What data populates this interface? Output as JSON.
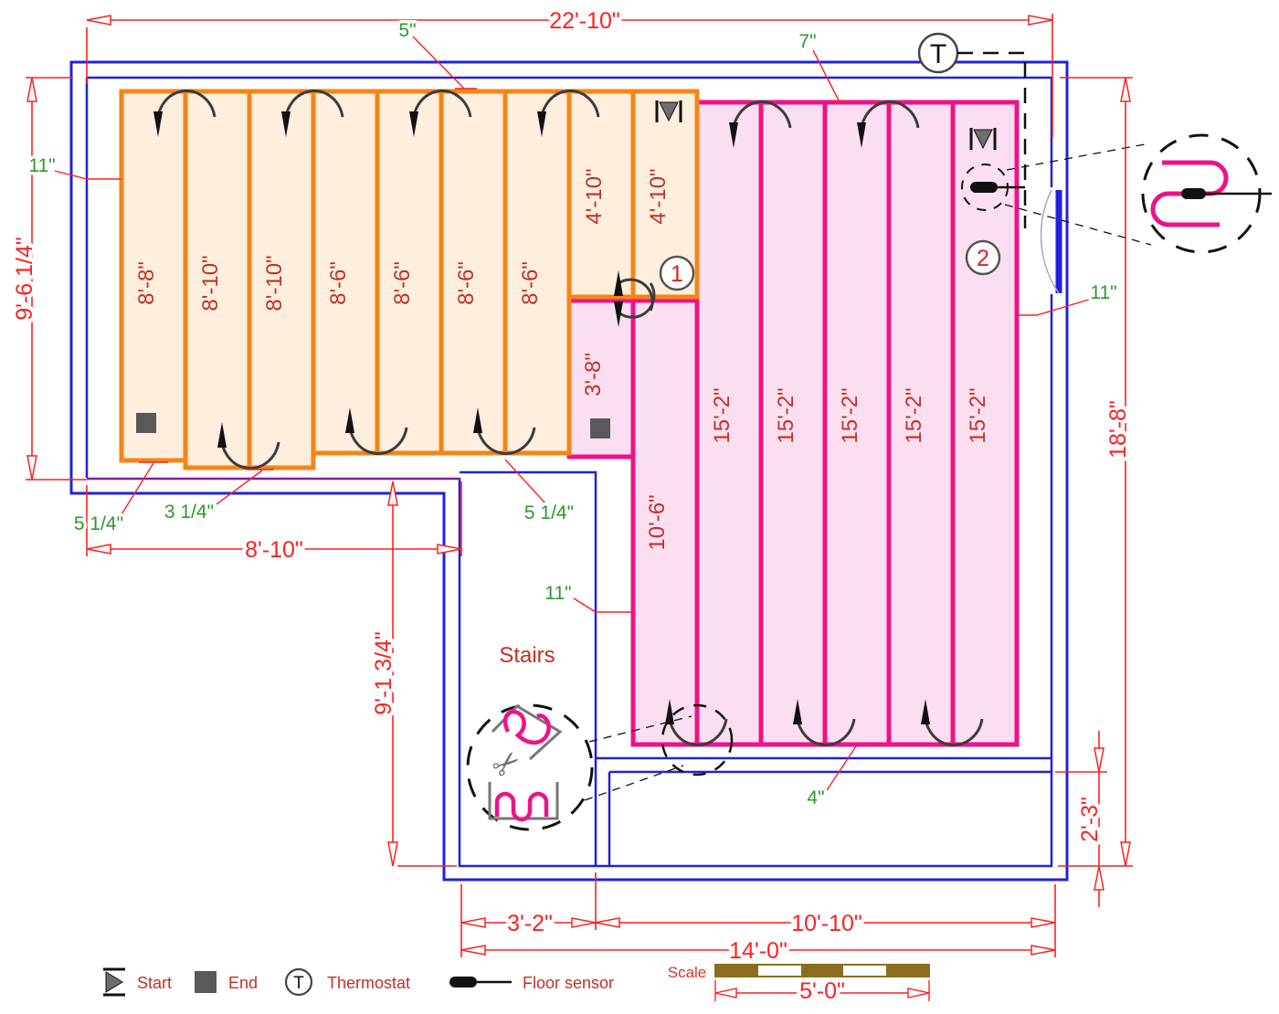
{
  "dimensions": {
    "top_width": "22'-10\"",
    "left_height": "9'-6 1/4\"",
    "right_height": "18'-8\"",
    "landing_height": "2'-3\"",
    "left_room_width": "8'-10\"",
    "stairs_height": "9'-1 3/4\"",
    "stairs_width": "3'-2\"",
    "landing_width": "10'-10\"",
    "bottom_width": "14'-0\"",
    "scale_length": "5'-0\""
  },
  "gap_annotations": {
    "top_left_gap": "5\"",
    "top_right_gap": "7\"",
    "left_gap": "11\"",
    "bottom_gap_1": "5 1/4\"",
    "bottom_gap_2": "3 1/4\"",
    "bottom_gap_3": "5 1/4\"",
    "stairs_gap": "11\"",
    "right_gap": "11\"",
    "landing_gap": "4\""
  },
  "zone1": {
    "number": "1",
    "strips": [
      "8'-8\"",
      "8'-10\"",
      "8'-10\"",
      "8'-6\"",
      "8'-6\"",
      "8'-6\"",
      "8'-6\"",
      "4'-10\"",
      "4'-10\""
    ]
  },
  "zone2": {
    "number": "2",
    "strips": [
      "3'-8\"",
      "10'-6\"",
      "15'-2\"",
      "15'-2\"",
      "15'-2\"",
      "15'-2\"",
      "15'-2\""
    ]
  },
  "rooms": {
    "stairs": "Stairs"
  },
  "thermostat_label": "T",
  "legend": {
    "start": "Start",
    "end": "End",
    "thermostat": "Thermostat",
    "floor_sensor": "Floor sensor",
    "scale": "Scale"
  },
  "colors": {
    "wall_blue": "#2121dd",
    "mat_orange": "#f58516",
    "mat_orange_fill": "#fdeedd",
    "mat_pink": "#ee1289",
    "mat_pink_fill": "#fbdff0",
    "dimension_red": "#ff1f1f",
    "label_dark_red": "#c33026",
    "annotation_green": "#2a9a2a",
    "symbol_gray": "#595959",
    "scale_brown": "#8a6d1f"
  }
}
